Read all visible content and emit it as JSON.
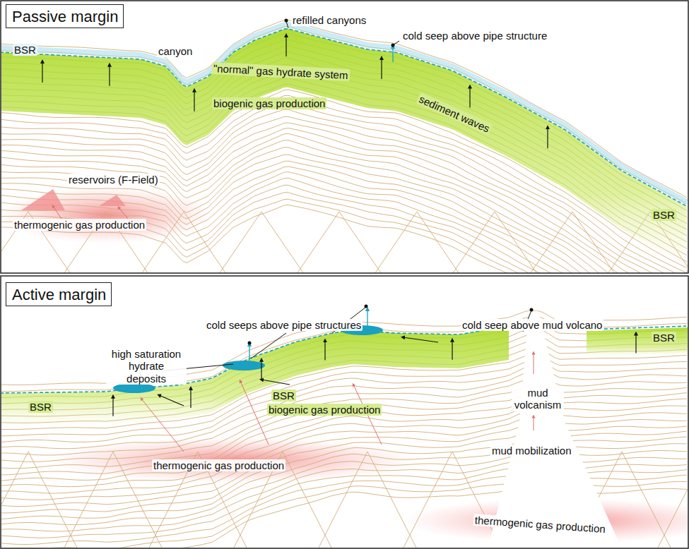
{
  "diagram": {
    "nodes": [
      {
        "text": [
          "Passive margin"
        ]
      },
      {
        "text": [
          "Active margin"
        ]
      }
    ],
    "labels": [
      "refilled canyons",
      "cold seep above pipe structure",
      "BSR",
      "canyon",
      "\"normal\" gas hydrate system",
      "biogenic gas production",
      "sediment waves",
      "reservoirs (F-Field)",
      "BSR",
      "thermogenic gas production",
      "cold seeps above pipe structures",
      "cold seep above mud volcano",
      "high saturation hydrate deposits",
      "BSR",
      "mud volcanism",
      "BSR",
      "BSR",
      "biogenic gas production",
      "mud mobilization",
      "thermogenic gas production",
      "thermogenic gas production"
    ]
  }
}
